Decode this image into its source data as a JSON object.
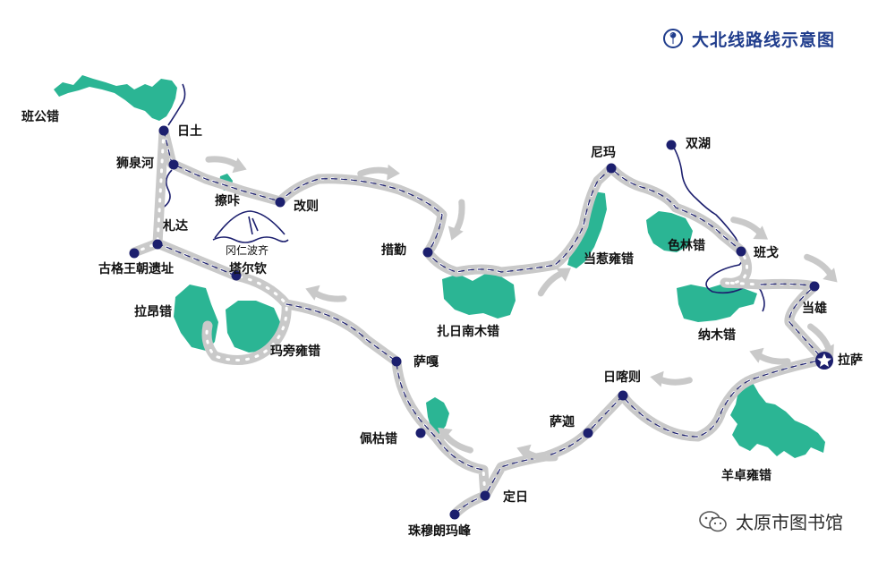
{
  "title": "大北线路线示意图",
  "title_icon": "pin-icon",
  "colors": {
    "lake": "#2bb594",
    "route_dash": "#c9c9c9",
    "road_line": "#1c1f6e",
    "dot": "#1c1f6e",
    "arrow": "#c9c9c9",
    "title": "#1f3c8c"
  },
  "labels": {
    "bangong": "班公错",
    "ritu": "日土",
    "shiquanhe": "狮泉河",
    "caka": "擦咔",
    "gaize": "改则",
    "zhada": "札达",
    "guge": "古格王朝遗址",
    "gangrenboqi": "冈仁波齐",
    "taerqin": "塔尔钦",
    "laang": "拉昂错",
    "mapang": "玛旁雍错",
    "cuoqin": "措勤",
    "zharinanmu": "扎日南木错",
    "nima": "尼玛",
    "dangre": "当惹雍错",
    "shuanghu": "双湖",
    "selin": "色林错",
    "bange": "班戈",
    "namu": "纳木错",
    "dangxiong": "当雄",
    "lasa": "拉萨",
    "saga": "萨嘎",
    "peiku": "佩枯错",
    "dingri": "定日",
    "zhumu": "珠穆朗玛峰",
    "sajia": "萨迦",
    "rikaze": "日喀则",
    "yangzhuo": "羊卓雍错"
  },
  "watermark": "太原市图书馆",
  "watermark_icon": "wechat-icon"
}
